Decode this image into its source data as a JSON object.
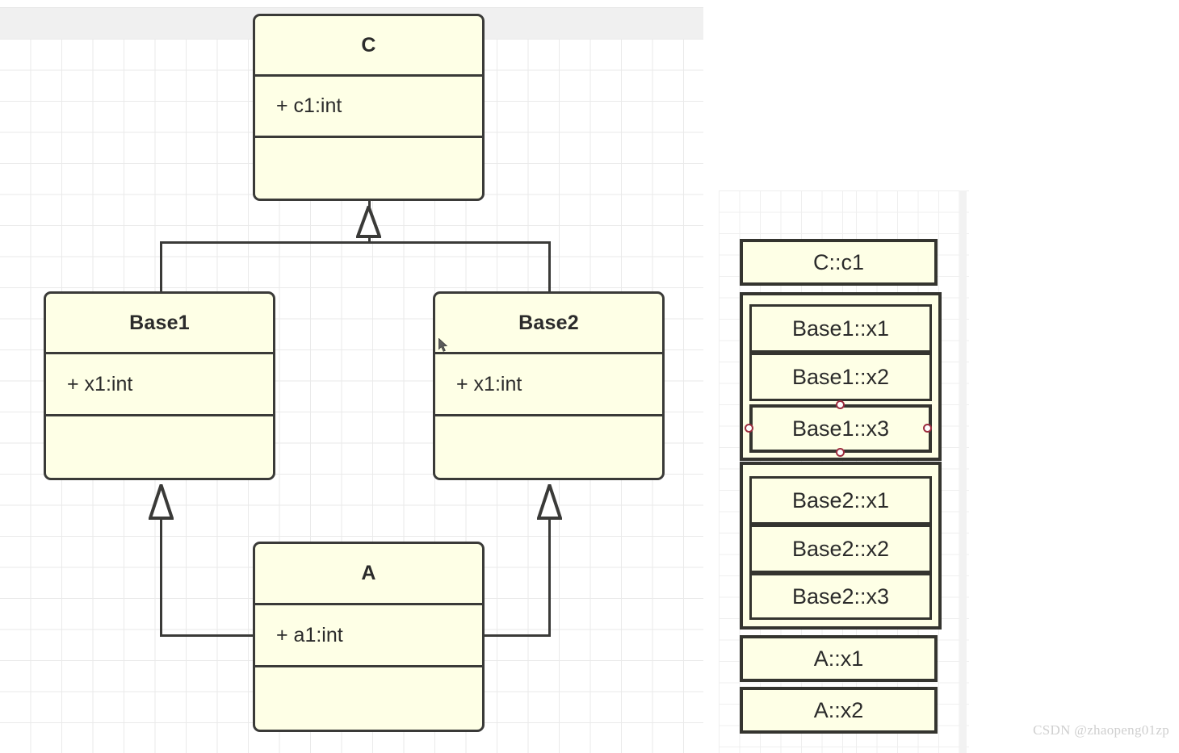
{
  "diagram": {
    "title": "UML class diagram with multiple inheritance and object memory layout",
    "colors": {
      "box_fill": "#feffe6",
      "box_border": "#3a3a38",
      "grid_line": "#eaeaea",
      "handle_fill": "#ffffff",
      "handle_border": "#9c2c3e",
      "topbar": "#f0f0f0",
      "watermark": "#cfcfcf"
    }
  },
  "class_diagram": {
    "classes": [
      {
        "id": "C",
        "name": "C",
        "attributes": [
          "+ c1:int"
        ],
        "operations": []
      },
      {
        "id": "Base1",
        "name": "Base1",
        "attributes": [
          "+ x1:int"
        ],
        "operations": []
      },
      {
        "id": "Base2",
        "name": "Base2",
        "attributes": [
          "+ x1:int"
        ],
        "operations": []
      },
      {
        "id": "A",
        "name": "A",
        "attributes": [
          "+  a1:int"
        ],
        "operations": []
      }
    ],
    "relationships": [
      {
        "type": "generalization",
        "from": "Base1",
        "to": "C"
      },
      {
        "type": "generalization",
        "from": "Base2",
        "to": "C"
      },
      {
        "type": "generalization",
        "from": "A",
        "to": "Base1"
      },
      {
        "type": "generalization",
        "from": "A",
        "to": "Base2"
      }
    ]
  },
  "memory_layout": {
    "slots": [
      {
        "id": "c-c1",
        "label": "C::c1",
        "group": null,
        "selected": false
      },
      {
        "id": "b1-x1",
        "label": "Base1::x1",
        "group": "Base1",
        "selected": false
      },
      {
        "id": "b1-x2",
        "label": "Base1::x2",
        "group": "Base1",
        "selected": false
      },
      {
        "id": "b1-x3",
        "label": "Base1::x3",
        "group": "Base1",
        "selected": true
      },
      {
        "id": "b2-x1",
        "label": "Base2::x1",
        "group": "Base2",
        "selected": false
      },
      {
        "id": "b2-x2",
        "label": "Base2::x2",
        "group": "Base2",
        "selected": false
      },
      {
        "id": "b2-x3",
        "label": "Base2::x3",
        "group": "Base2",
        "selected": false
      },
      {
        "id": "a-x1",
        "label": "A::x1",
        "group": null,
        "selected": false
      },
      {
        "id": "a-x2",
        "label": "A::x2",
        "group": null,
        "selected": false
      }
    ]
  },
  "watermark": {
    "text": "CSDN @zhaopeng01zp"
  }
}
